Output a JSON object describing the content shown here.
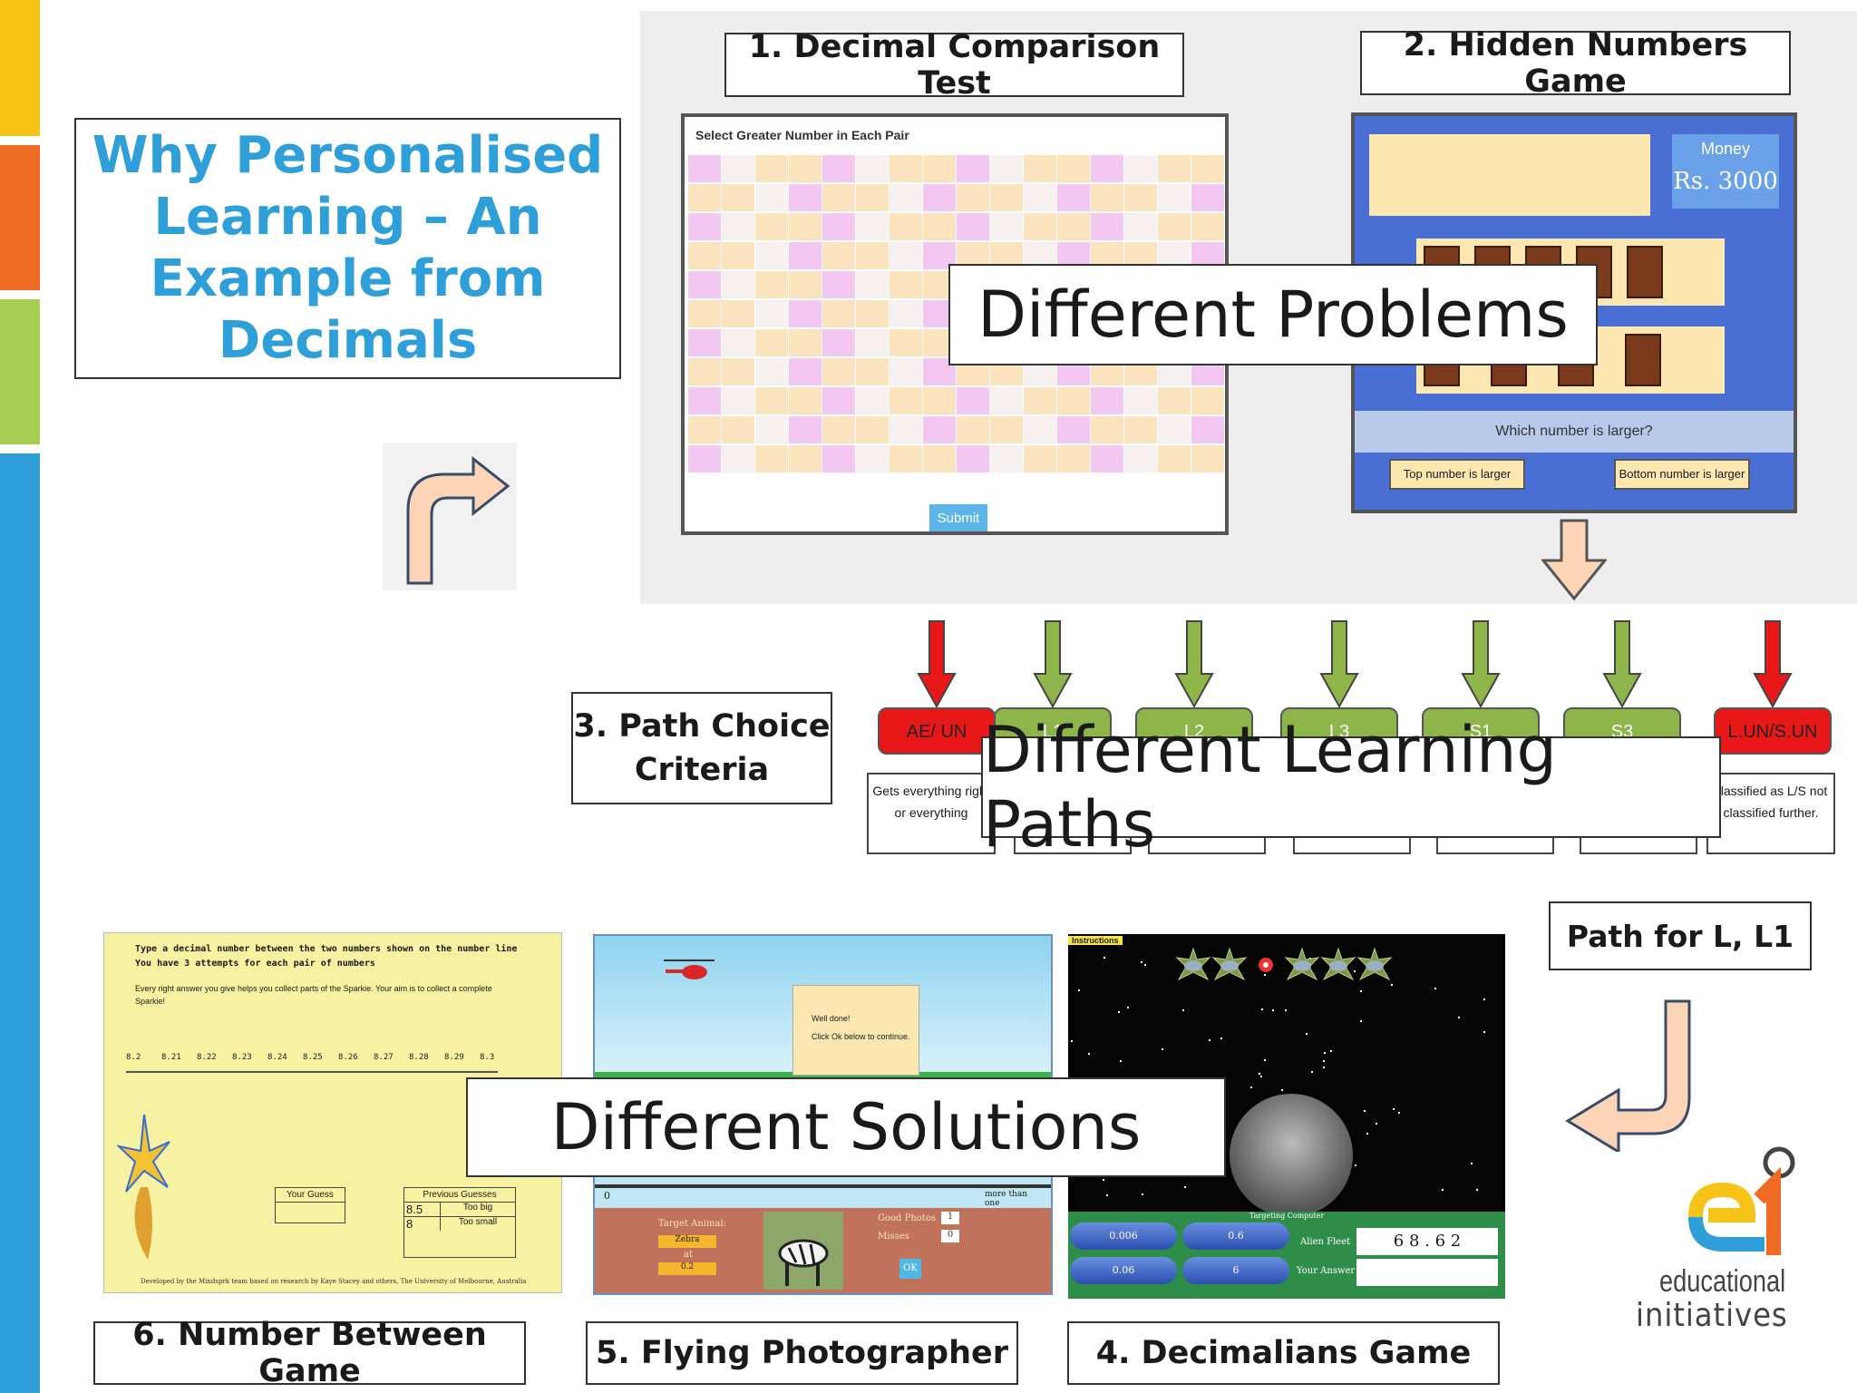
{
  "title": "Why Personalised Learning – An Example from Decimals",
  "steps": {
    "s1": "1. Decimal Comparison Test",
    "s2": "2. Hidden  Numbers Game",
    "s3": "3. Path Choice Criteria",
    "s4": "4. Decimalians Game",
    "s5": "5. Flying Photographer",
    "s6": "6. Number Between Game",
    "path": "Path for L, L1"
  },
  "overlays": {
    "problems": "Different Problems",
    "paths": "Different Learning Paths",
    "solutions": "Different Solutions"
  },
  "test": {
    "heading": "Select Greater Number in Each Pair",
    "submit": "Submit"
  },
  "hidden_game": {
    "money_label": "Money",
    "money_value": "Rs. 3000",
    "question": "Which number is larger?",
    "top_btn": "Top number is larger",
    "bottom_btn": "Bottom number is larger"
  },
  "paths": [
    {
      "label": "AE/ UN",
      "color": "#e81818",
      "desc": "Gets everything right or everything"
    },
    {
      "label": "L1",
      "color": "#8db54a",
      "desc": ""
    },
    {
      "label": "L2",
      "color": "#8db54a",
      "desc": ""
    },
    {
      "label": "L3",
      "color": "#8db54a",
      "desc": ""
    },
    {
      "label": "S1",
      "color": "#8db54a",
      "desc": ""
    },
    {
      "label": "S3",
      "color": "#8db54a",
      "desc": ""
    },
    {
      "label": "L.UN/S.UN",
      "color": "#e81818",
      "desc": "classified as L/S not classified further."
    }
  ],
  "nbg": {
    "line1": "Type a decimal number between the two numbers shown on the number line",
    "line2": "You have 3 attempts for each pair of numbers",
    "line3": "Every right answer you give helps you collect parts of the Sparkie. Your aim is to collect a complete Sparkie!",
    "ticks": [
      "8.2",
      "8.21",
      "8.22",
      "8.23",
      "8.24",
      "8.25",
      "8.26",
      "8.27",
      "8.28",
      "8.29",
      "8.3"
    ],
    "your_guess": "Your Guess",
    "previous": "Previous Guesses",
    "g1": "8.5",
    "g1r": "Too big",
    "g2": "8",
    "g2r": "Too small",
    "credit": "Developed by the Mindsprk team based on research by Kaye Stacey and others, The University of Melbourne, Australia"
  },
  "fp": {
    "popup1": "Well done!",
    "popup2": "Click Ok below to continue.",
    "target": "Target Animal:",
    "animal": "Zebra",
    "at": "at",
    "value": "0.2",
    "good": "Good Photos",
    "good_n": "1",
    "misses": "Misses",
    "misses_n": "0",
    "ok": "OK",
    "more": "more than one",
    "zero": "0"
  },
  "dg": {
    "instructions": "Instructions",
    "b1": "0.006",
    "b2": "0.6",
    "b3": "0.06",
    "b4": "6",
    "alien": "Alien Fleet",
    "digits": "6 8 . 6 2",
    "answer": "Your Answer",
    "computer": "Targeting Computer"
  },
  "logo": {
    "line1": "educational",
    "line2": "initiatives"
  },
  "colors": {
    "accent_blue": "#2e9fd9",
    "arrow_fill": "#fbd5b5",
    "green": "#8db54a",
    "red": "#e81818"
  }
}
